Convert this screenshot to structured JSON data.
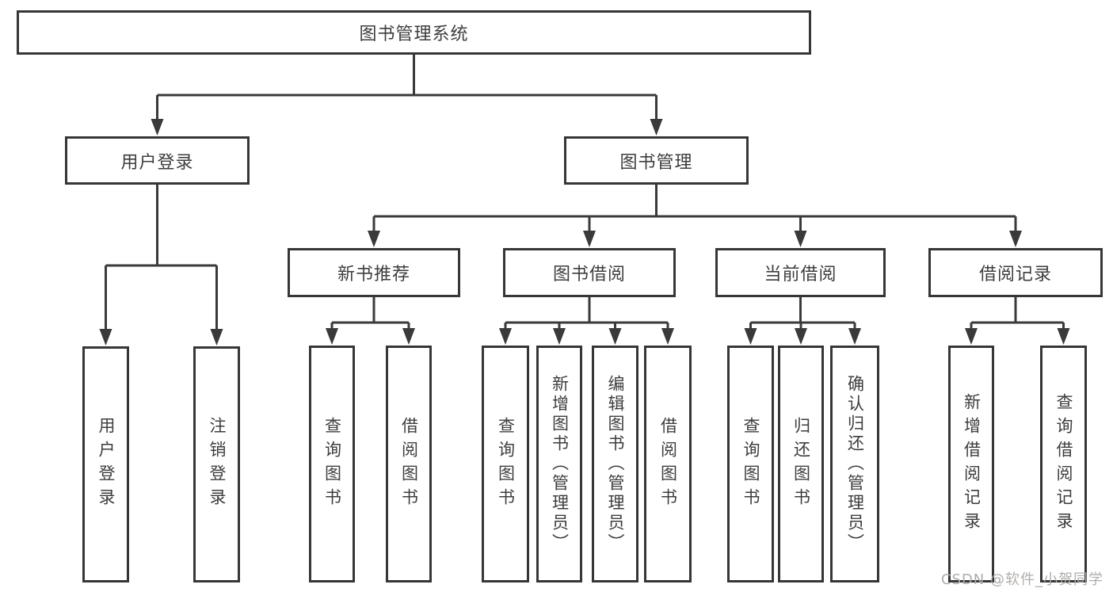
{
  "colors": {
    "line": "#3a3a3a",
    "box_border": "#363636",
    "text": "#3d3d3d",
    "watermark": "#b0adab",
    "background": "#ffffff"
  },
  "watermark": {
    "text": "CSDN @软件_小贺同学"
  },
  "diagram": {
    "type": "tree",
    "root": {
      "label": "图书管理系统"
    },
    "branches": [
      {
        "label": "用户登录",
        "children": [
          {
            "label": "用户登录"
          },
          {
            "label": "注销登录"
          }
        ]
      },
      {
        "label": "图书管理",
        "children": [
          {
            "label": "新书推荐",
            "children": [
              {
                "label": "查询图书"
              },
              {
                "label": "借阅图书"
              }
            ]
          },
          {
            "label": "图书借阅",
            "children": [
              {
                "label": "查询图书"
              },
              {
                "label": "新增图书（管理员）"
              },
              {
                "label": "编辑图书（管理员）"
              },
              {
                "label": "借阅图书"
              }
            ]
          },
          {
            "label": "当前借阅",
            "children": [
              {
                "label": "查询图书"
              },
              {
                "label": "归还图书"
              },
              {
                "label": "确认归还（管理员）"
              }
            ]
          },
          {
            "label": "借阅记录",
            "children": [
              {
                "label": "新增借阅记录"
              },
              {
                "label": "查询借阅记录"
              }
            ]
          }
        ]
      }
    ]
  }
}
